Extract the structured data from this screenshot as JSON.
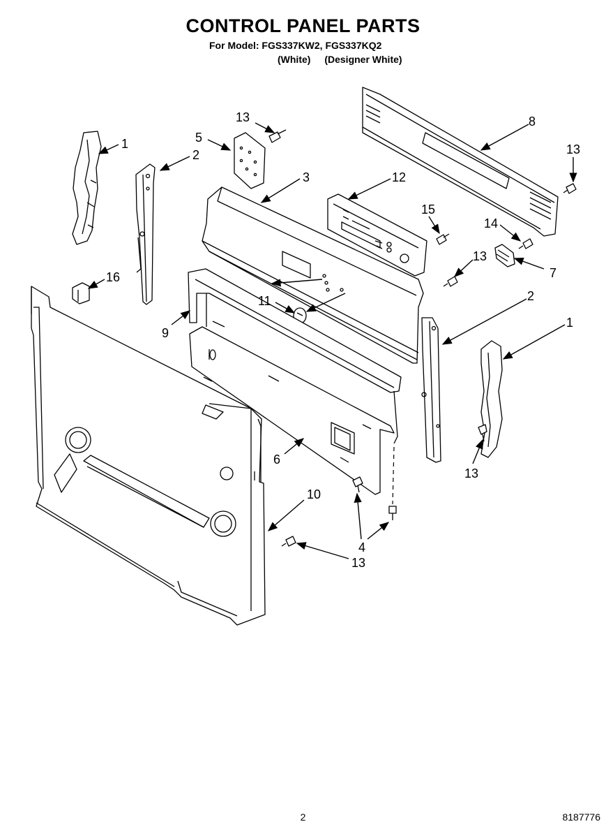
{
  "header": {
    "title": "CONTROL PANEL PARTS",
    "model_line": "For Model: FGS337KW2, FGS337KQ2",
    "colors": [
      "(White)",
      "(Designer White)"
    ]
  },
  "callouts": [
    {
      "id": "c-1-left",
      "label": "1"
    },
    {
      "id": "c-2-left",
      "label": "2"
    },
    {
      "id": "c-13-top",
      "label": "13"
    },
    {
      "id": "c-5",
      "label": "5"
    },
    {
      "id": "c-3",
      "label": "3"
    },
    {
      "id": "c-12",
      "label": "12"
    },
    {
      "id": "c-8",
      "label": "8"
    },
    {
      "id": "c-13-right-top",
      "label": "13"
    },
    {
      "id": "c-15",
      "label": "15"
    },
    {
      "id": "c-14",
      "label": "14"
    },
    {
      "id": "c-13-mid",
      "label": "13"
    },
    {
      "id": "c-7",
      "label": "7"
    },
    {
      "id": "c-16",
      "label": "16"
    },
    {
      "id": "c-11",
      "label": "11"
    },
    {
      "id": "c-9",
      "label": "9"
    },
    {
      "id": "c-2-right",
      "label": "2"
    },
    {
      "id": "c-1-right",
      "label": "1"
    },
    {
      "id": "c-6",
      "label": "6"
    },
    {
      "id": "c-13-right-bottom",
      "label": "13"
    },
    {
      "id": "c-10",
      "label": "10"
    },
    {
      "id": "c-4",
      "label": "4"
    },
    {
      "id": "c-13-bottom",
      "label": "13"
    }
  ],
  "footer": {
    "page_number": "2",
    "document_number": "8187776"
  }
}
